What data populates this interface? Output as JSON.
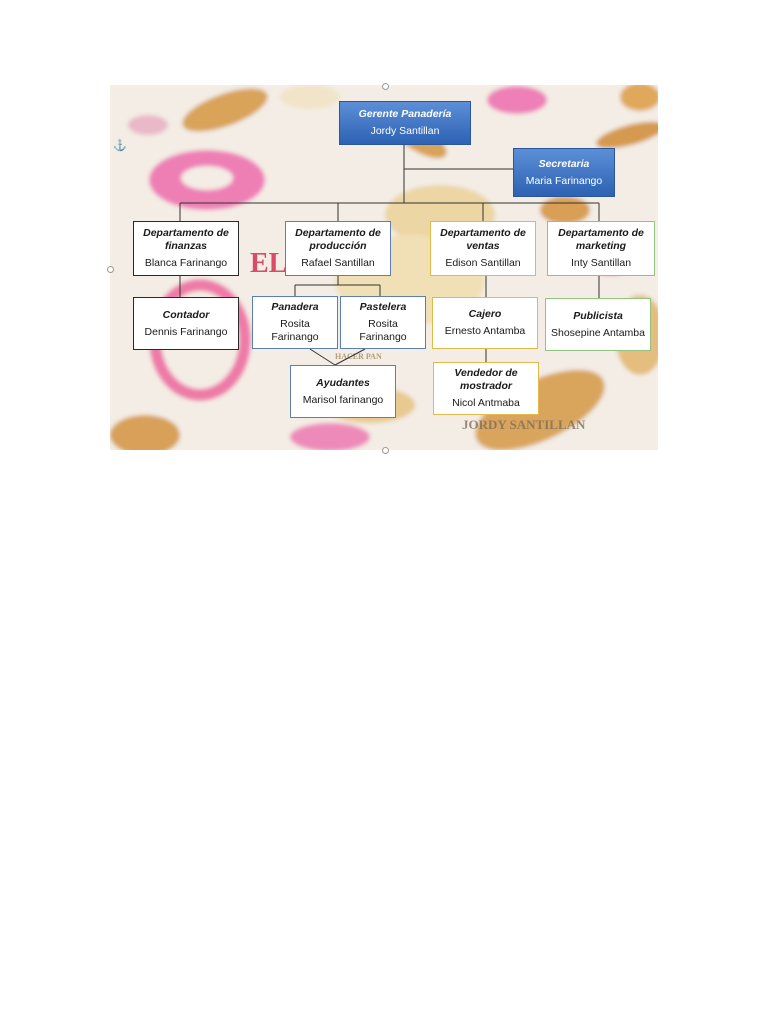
{
  "org_chart": {
    "manager": {
      "title": "Gerente Panadería",
      "name": "Jordy Santillan"
    },
    "secretary": {
      "title": "Secretaria",
      "name": "Maria Farinango"
    },
    "departments": [
      {
        "title": "Departamento de finanzas",
        "name": "Blanca Farinango"
      },
      {
        "title": "Departamento de producción",
        "name": "Rafael Santillan"
      },
      {
        "title": "Departamento de ventas",
        "name": "Edison Santillan"
      },
      {
        "title": "Departamento de marketing",
        "name": "Inty Santillan"
      }
    ],
    "staff": [
      {
        "title": "Contador",
        "name": "Dennis Farinango"
      },
      {
        "title": "Panadera",
        "name": "Rosita Farinango"
      },
      {
        "title": "Pastelera",
        "name": "Rosita Farinango"
      },
      {
        "title": "Cajero",
        "name": "Ernesto Antamba"
      },
      {
        "title": "Publicista",
        "name": "Shosepine Antamba"
      },
      {
        "title": "Ayudantes",
        "name": "Marisol farinango"
      },
      {
        "title": "Vendedor de mostrador",
        "name": "Nicol Antmaba"
      }
    ]
  },
  "background": {
    "watermark_text": "JORDY SANTILLAN",
    "logo_text": "EL ORO",
    "subtitle_text": "HACER PAN"
  },
  "colors": {
    "header_blue": "#2d62b4",
    "production_border": "#5b7fb0",
    "sales_border": "#e2b94a",
    "marketing_border": "#93c47d",
    "finance_border": "#2a2a2a"
  },
  "icons": {
    "anchor": "anchor-icon"
  }
}
